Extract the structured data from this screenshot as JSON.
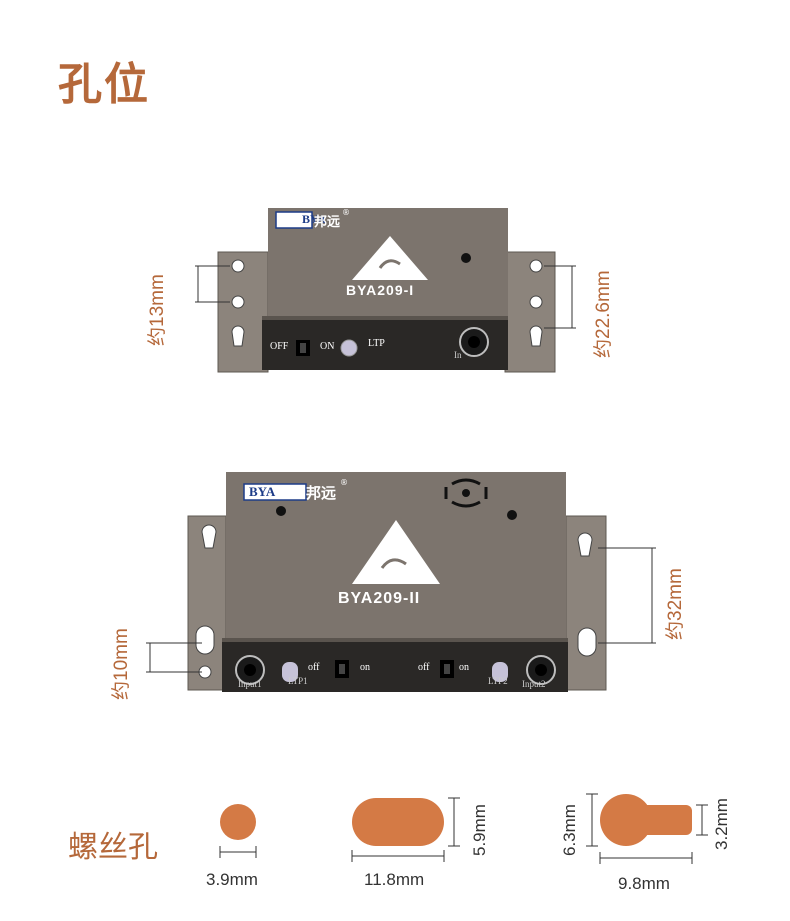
{
  "title": "孔位",
  "device1": {
    "brand_latin": "BYA",
    "brand_cn": "邦远",
    "registered": "®",
    "model": "BYA209-I",
    "switch_off": "OFF",
    "switch_on": "ON",
    "led_label": "LTP",
    "jack_label": "In",
    "dim_left": "约13mm",
    "dim_right": "约22.6mm"
  },
  "device2": {
    "brand_latin": "BYA",
    "brand_cn": "邦远",
    "registered": "®",
    "model": "BYA209-II",
    "input1": "Input1",
    "ltp1": "LTP1",
    "off1": "off",
    "on1": "on",
    "off2": "off",
    "on2": "on",
    "ltp2": "LTP2",
    "input2": "Input2",
    "dim_left": "约10mm",
    "dim_right": "约32mm"
  },
  "screw_holes": {
    "label": "螺丝孔",
    "round_width": "3.9mm",
    "slot_width": "11.8mm",
    "slot_height": "5.9mm",
    "keyhole_width": "9.8mm",
    "keyhole_height": "6.3mm",
    "keyhole_neck": "3.2mm"
  },
  "colors": {
    "accent": "#b5683a",
    "hole_fill": "#d47a45",
    "device_body": "#7a726b",
    "bracket": "#8a827a"
  }
}
